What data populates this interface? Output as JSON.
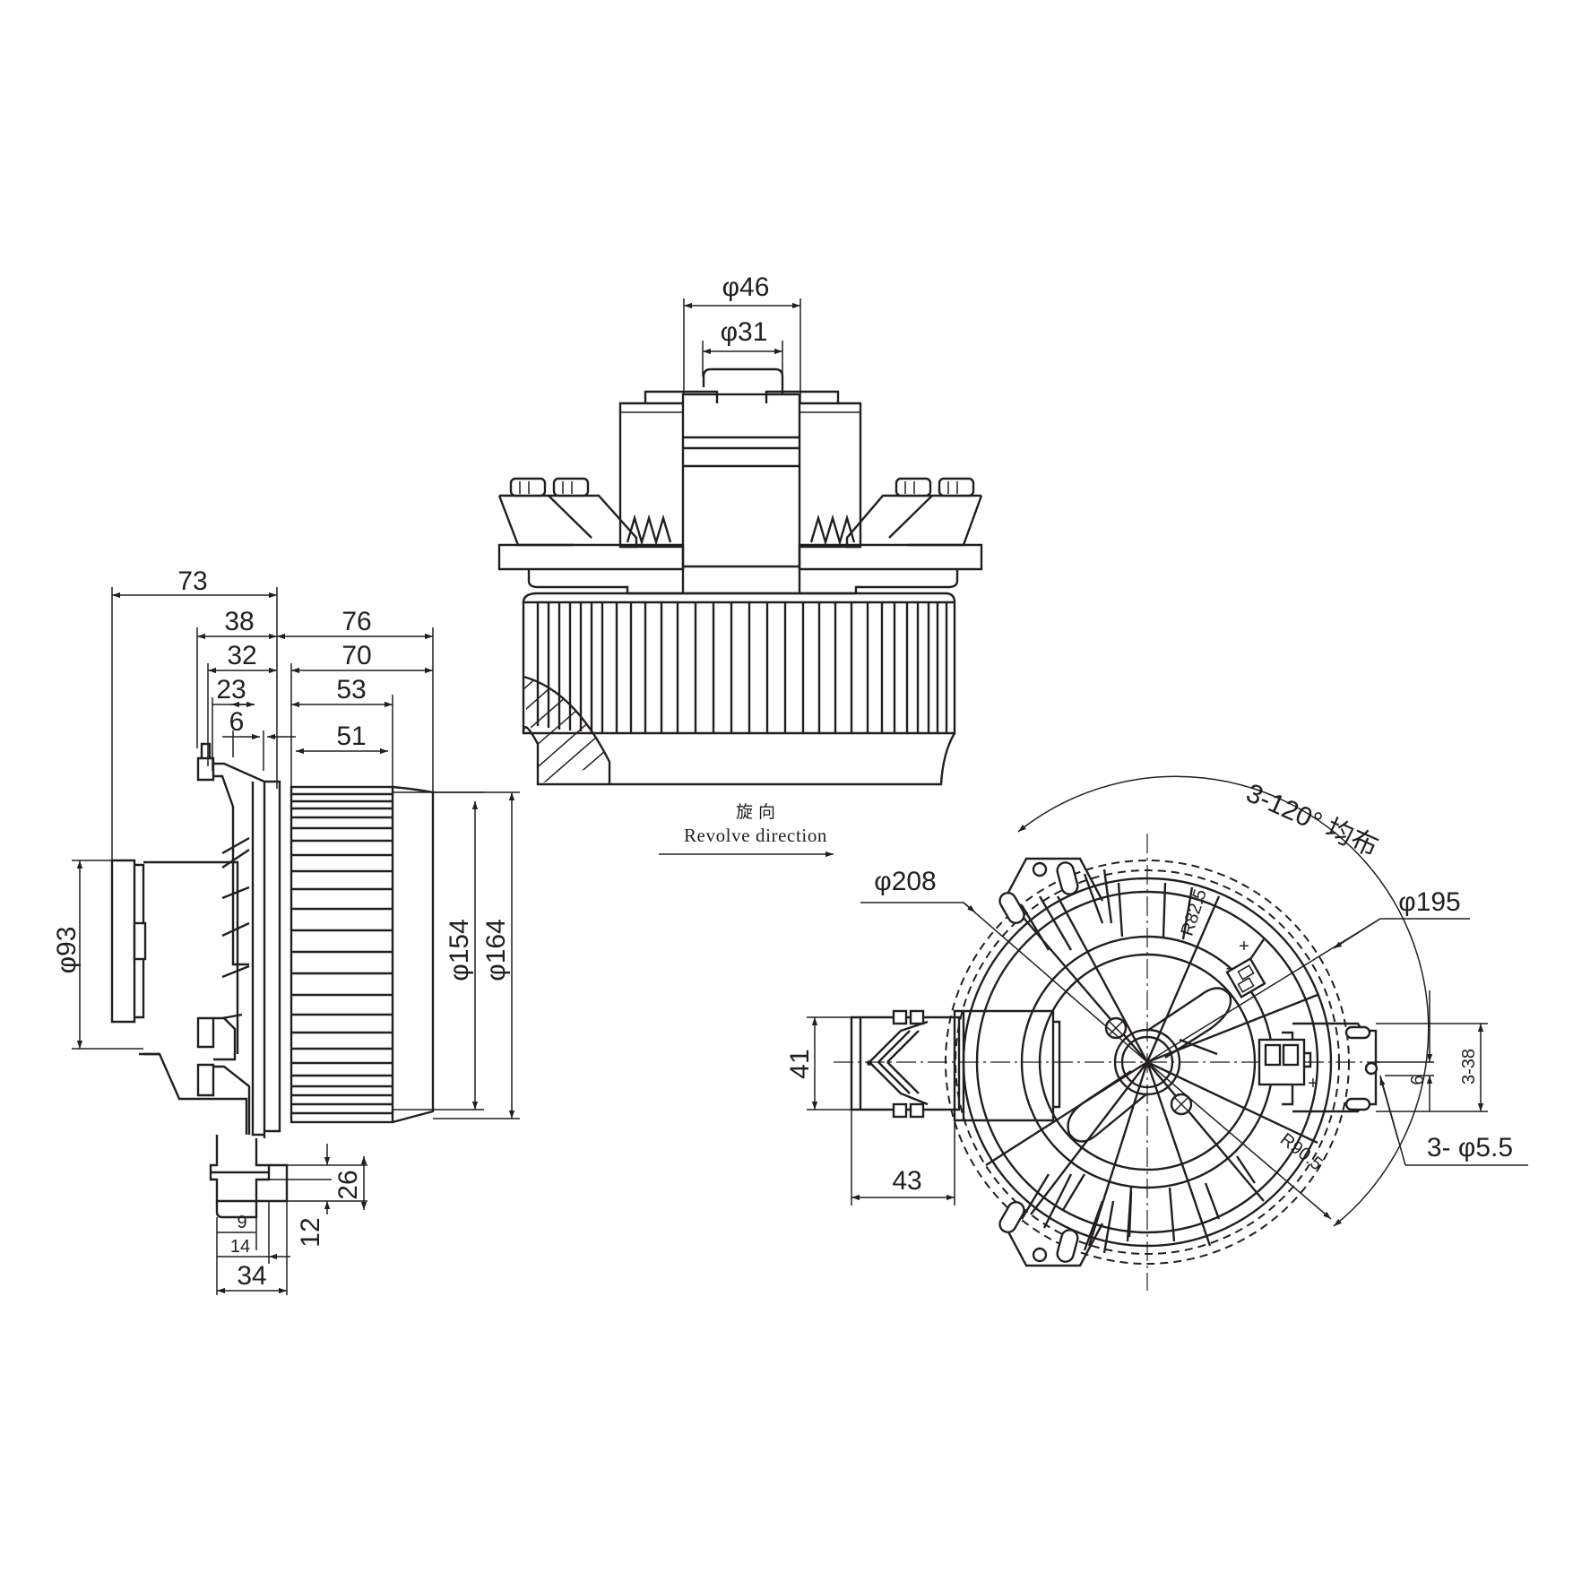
{
  "colors": {
    "ink": "#231f20",
    "paper": "#ffffff"
  },
  "top_view": {
    "outer_dia": "φ46",
    "inner_dia": "φ31",
    "caption_cn": "旋 向",
    "caption_en": "Revolve direction"
  },
  "side_view": {
    "dims": {
      "d73": "73",
      "d38": "38",
      "d32": "32",
      "d23": "23",
      "d6": "6",
      "d76": "76",
      "d70": "70",
      "d53": "53",
      "d51": "51",
      "phi93": "φ93",
      "phi154": "φ154",
      "phi164": "φ164",
      "d26": "26",
      "d12": "12",
      "d9": "9",
      "d14": "14",
      "d34": "34"
    }
  },
  "front_view": {
    "dims": {
      "phi208": "φ208",
      "phi195": "φ195",
      "angle": "3-120° 均布",
      "r82": "R82.5",
      "r90": "R90.5",
      "d41": "41",
      "d43": "43",
      "d6": "6",
      "d338": "3-38",
      "holes": "3- φ5.5"
    },
    "polarity": {
      "plus": "+",
      "minus": "-"
    }
  }
}
